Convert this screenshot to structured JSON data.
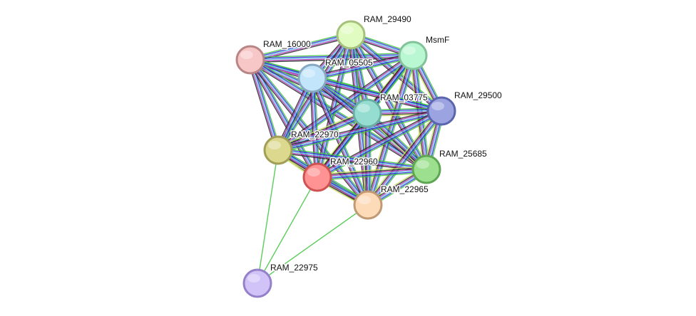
{
  "network": {
    "nodes": [
      {
        "id": "RAM_29490",
        "label": "RAM_29490",
        "fill": "#e1fcc0",
        "stroke": "#a6c07e"
      },
      {
        "id": "MsmF",
        "label": "MsmF",
        "fill": "#b9f7d2",
        "stroke": "#84c29a"
      },
      {
        "id": "RAM_16000",
        "label": "RAM_16000",
        "fill": "#f7c6c6",
        "stroke": "#b98686"
      },
      {
        "id": "RAM_05505",
        "label": "RAM_05505",
        "fill": "#c3e5fb",
        "stroke": "#86a8c0"
      },
      {
        "id": "RAM_03775",
        "label": "RAM_03775",
        "fill": "#96ddd1",
        "stroke": "#6aaea4"
      },
      {
        "id": "RAM_29500",
        "label": "RAM_29500",
        "fill": "#9ba3e0",
        "stroke": "#5a65ad"
      },
      {
        "id": "RAM_22970",
        "label": "RAM_22970",
        "fill": "#dcd98f",
        "stroke": "#a19f57"
      },
      {
        "id": "RAM_25685",
        "label": "RAM_25685",
        "fill": "#9bdf8f",
        "stroke": "#5fa654"
      },
      {
        "id": "RAM_22960",
        "label": "RAM_22960",
        "fill": "#ff9393",
        "stroke": "#cf5252"
      },
      {
        "id": "RAM_22965",
        "label": "RAM_22965",
        "fill": "#fddbb8",
        "stroke": "#c09a74"
      },
      {
        "id": "RAM_22975",
        "label": "RAM_22975",
        "fill": "#d1c2f7",
        "stroke": "#9581c9"
      }
    ],
    "edge_colors": [
      "#3ec43e",
      "#2b2bd9",
      "#5fc8e8",
      "#b734b7",
      "#262626",
      "#c8e05a"
    ],
    "edges": [
      {
        "source": "RAM_22975",
        "target": "RAM_22970",
        "colors": [
          "#3ec43e"
        ]
      },
      {
        "source": "RAM_22975",
        "target": "RAM_22960",
        "colors": [
          "#3ec43e"
        ]
      },
      {
        "source": "RAM_22975",
        "target": "RAM_22965",
        "colors": [
          "#3ec43e"
        ]
      },
      {
        "source": "RAM_16000",
        "target": "RAM_29490",
        "colors": [
          "#3ec43e",
          "#2b2bd9",
          "#5fc8e8",
          "#b734b7",
          "#262626"
        ]
      },
      {
        "source": "RAM_16000",
        "target": "MsmF",
        "colors": [
          "#3ec43e",
          "#2b2bd9",
          "#5fc8e8",
          "#b734b7",
          "#262626"
        ]
      },
      {
        "source": "RAM_16000",
        "target": "RAM_05505",
        "colors": [
          "#3ec43e",
          "#2b2bd9",
          "#5fc8e8",
          "#b734b7",
          "#262626"
        ]
      },
      {
        "source": "RAM_16000",
        "target": "RAM_03775",
        "colors": [
          "#3ec43e",
          "#2b2bd9",
          "#5fc8e8",
          "#b734b7",
          "#262626"
        ]
      },
      {
        "source": "RAM_16000",
        "target": "RAM_29500",
        "colors": [
          "#3ec43e",
          "#2b2bd9",
          "#5fc8e8",
          "#b734b7"
        ]
      },
      {
        "source": "RAM_16000",
        "target": "RAM_22970",
        "colors": [
          "#3ec43e",
          "#2b2bd9",
          "#5fc8e8",
          "#b734b7",
          "#262626"
        ]
      },
      {
        "source": "RAM_16000",
        "target": "RAM_25685",
        "colors": [
          "#3ec43e",
          "#2b2bd9",
          "#5fc8e8",
          "#b734b7",
          "#262626"
        ]
      },
      {
        "source": "RAM_16000",
        "target": "RAM_22960",
        "colors": [
          "#3ec43e",
          "#2b2bd9",
          "#5fc8e8",
          "#b734b7",
          "#262626"
        ]
      },
      {
        "source": "RAM_16000",
        "target": "RAM_22965",
        "colors": [
          "#3ec43e",
          "#2b2bd9",
          "#5fc8e8",
          "#b734b7",
          "#262626"
        ]
      },
      {
        "source": "RAM_29490",
        "target": "MsmF",
        "colors": [
          "#3ec43e",
          "#2b2bd9",
          "#5fc8e8",
          "#b734b7",
          "#262626"
        ]
      },
      {
        "source": "RAM_29490",
        "target": "RAM_05505",
        "colors": [
          "#3ec43e",
          "#2b2bd9",
          "#5fc8e8",
          "#b734b7",
          "#262626"
        ]
      },
      {
        "source": "RAM_29490",
        "target": "RAM_03775",
        "colors": [
          "#3ec43e",
          "#2b2bd9",
          "#5fc8e8",
          "#b734b7",
          "#262626",
          "#c8e05a"
        ]
      },
      {
        "source": "RAM_29490",
        "target": "RAM_29500",
        "colors": [
          "#3ec43e",
          "#2b2bd9",
          "#5fc8e8",
          "#b734b7",
          "#262626"
        ]
      },
      {
        "source": "RAM_29490",
        "target": "RAM_22970",
        "colors": [
          "#3ec43e",
          "#2b2bd9",
          "#5fc8e8",
          "#b734b7",
          "#262626"
        ]
      },
      {
        "source": "RAM_29490",
        "target": "RAM_25685",
        "colors": [
          "#3ec43e",
          "#2b2bd9",
          "#5fc8e8",
          "#b734b7",
          "#262626"
        ]
      },
      {
        "source": "RAM_29490",
        "target": "RAM_22960",
        "colors": [
          "#3ec43e",
          "#2b2bd9",
          "#5fc8e8",
          "#b734b7",
          "#262626"
        ]
      },
      {
        "source": "RAM_29490",
        "target": "RAM_22965",
        "colors": [
          "#3ec43e",
          "#2b2bd9",
          "#5fc8e8",
          "#b734b7",
          "#262626"
        ]
      },
      {
        "source": "MsmF",
        "target": "RAM_05505",
        "colors": [
          "#3ec43e",
          "#2b2bd9",
          "#5fc8e8",
          "#b734b7",
          "#262626"
        ]
      },
      {
        "source": "MsmF",
        "target": "RAM_03775",
        "colors": [
          "#3ec43e",
          "#2b2bd9",
          "#5fc8e8",
          "#b734b7",
          "#262626",
          "#c8e05a"
        ]
      },
      {
        "source": "MsmF",
        "target": "RAM_29500",
        "colors": [
          "#3ec43e",
          "#2b2bd9",
          "#5fc8e8",
          "#b734b7",
          "#262626",
          "#c8e05a"
        ]
      },
      {
        "source": "MsmF",
        "target": "RAM_22970",
        "colors": [
          "#3ec43e",
          "#2b2bd9",
          "#5fc8e8",
          "#b734b7",
          "#262626"
        ]
      },
      {
        "source": "MsmF",
        "target": "RAM_25685",
        "colors": [
          "#3ec43e",
          "#2b2bd9",
          "#5fc8e8",
          "#b734b7",
          "#262626",
          "#c8e05a"
        ]
      },
      {
        "source": "MsmF",
        "target": "RAM_22960",
        "colors": [
          "#3ec43e",
          "#2b2bd9",
          "#5fc8e8",
          "#b734b7",
          "#262626"
        ]
      },
      {
        "source": "MsmF",
        "target": "RAM_22965",
        "colors": [
          "#3ec43e",
          "#2b2bd9",
          "#5fc8e8",
          "#b734b7",
          "#262626",
          "#c8e05a"
        ]
      },
      {
        "source": "RAM_05505",
        "target": "RAM_03775",
        "colors": [
          "#3ec43e",
          "#2b2bd9",
          "#5fc8e8",
          "#b734b7",
          "#262626"
        ]
      },
      {
        "source": "RAM_05505",
        "target": "RAM_29500",
        "colors": [
          "#3ec43e",
          "#2b2bd9",
          "#5fc8e8",
          "#b734b7",
          "#262626"
        ]
      },
      {
        "source": "RAM_05505",
        "target": "RAM_22970",
        "colors": [
          "#3ec43e",
          "#2b2bd9",
          "#5fc8e8",
          "#b734b7",
          "#262626"
        ]
      },
      {
        "source": "RAM_05505",
        "target": "RAM_25685",
        "colors": [
          "#3ec43e",
          "#2b2bd9",
          "#5fc8e8",
          "#b734b7",
          "#262626"
        ]
      },
      {
        "source": "RAM_05505",
        "target": "RAM_22960",
        "colors": [
          "#3ec43e",
          "#2b2bd9",
          "#5fc8e8",
          "#b734b7",
          "#262626"
        ]
      },
      {
        "source": "RAM_05505",
        "target": "RAM_22965",
        "colors": [
          "#3ec43e",
          "#2b2bd9",
          "#5fc8e8",
          "#b734b7",
          "#262626"
        ]
      },
      {
        "source": "RAM_03775",
        "target": "RAM_29500",
        "colors": [
          "#3ec43e",
          "#2b2bd9",
          "#5fc8e8",
          "#b734b7",
          "#262626",
          "#c8e05a"
        ]
      },
      {
        "source": "RAM_03775",
        "target": "RAM_22970",
        "colors": [
          "#3ec43e",
          "#2b2bd9",
          "#5fc8e8",
          "#b734b7",
          "#262626",
          "#c8e05a"
        ]
      },
      {
        "source": "RAM_03775",
        "target": "RAM_25685",
        "colors": [
          "#3ec43e",
          "#2b2bd9",
          "#5fc8e8",
          "#b734b7",
          "#262626",
          "#c8e05a"
        ]
      },
      {
        "source": "RAM_03775",
        "target": "RAM_22960",
        "colors": [
          "#3ec43e",
          "#2b2bd9",
          "#5fc8e8",
          "#b734b7",
          "#262626",
          "#c8e05a"
        ]
      },
      {
        "source": "RAM_03775",
        "target": "RAM_22965",
        "colors": [
          "#3ec43e",
          "#2b2bd9",
          "#5fc8e8",
          "#b734b7",
          "#262626",
          "#c8e05a"
        ]
      },
      {
        "source": "RAM_29500",
        "target": "RAM_22970",
        "colors": [
          "#3ec43e",
          "#2b2bd9",
          "#5fc8e8",
          "#b734b7",
          "#262626"
        ]
      },
      {
        "source": "RAM_29500",
        "target": "RAM_25685",
        "colors": [
          "#3ec43e",
          "#2b2bd9",
          "#5fc8e8",
          "#b734b7",
          "#262626",
          "#c8e05a"
        ]
      },
      {
        "source": "RAM_29500",
        "target": "RAM_22960",
        "colors": [
          "#3ec43e",
          "#2b2bd9",
          "#5fc8e8",
          "#b734b7",
          "#262626"
        ]
      },
      {
        "source": "RAM_29500",
        "target": "RAM_22965",
        "colors": [
          "#3ec43e",
          "#2b2bd9",
          "#5fc8e8",
          "#b734b7",
          "#262626",
          "#c8e05a"
        ]
      },
      {
        "source": "RAM_22970",
        "target": "RAM_25685",
        "colors": [
          "#3ec43e",
          "#2b2bd9",
          "#5fc8e8",
          "#b734b7",
          "#262626"
        ]
      },
      {
        "source": "RAM_22970",
        "target": "RAM_22960",
        "colors": [
          "#3ec43e",
          "#2b2bd9",
          "#5fc8e8",
          "#b734b7",
          "#262626",
          "#c8e05a"
        ]
      },
      {
        "source": "RAM_22970",
        "target": "RAM_22965",
        "colors": [
          "#3ec43e",
          "#2b2bd9",
          "#5fc8e8",
          "#b734b7",
          "#262626",
          "#c8e05a"
        ]
      },
      {
        "source": "RAM_25685",
        "target": "RAM_22960",
        "colors": [
          "#3ec43e",
          "#2b2bd9",
          "#5fc8e8",
          "#b734b7",
          "#262626",
          "#c8e05a"
        ]
      },
      {
        "source": "RAM_25685",
        "target": "RAM_22965",
        "colors": [
          "#3ec43e",
          "#2b2bd9",
          "#5fc8e8",
          "#b734b7",
          "#262626",
          "#c8e05a"
        ]
      },
      {
        "source": "RAM_22960",
        "target": "RAM_22965",
        "colors": [
          "#3ec43e",
          "#2b2bd9",
          "#5fc8e8",
          "#b734b7",
          "#262626",
          "#c8e05a"
        ]
      }
    ]
  }
}
